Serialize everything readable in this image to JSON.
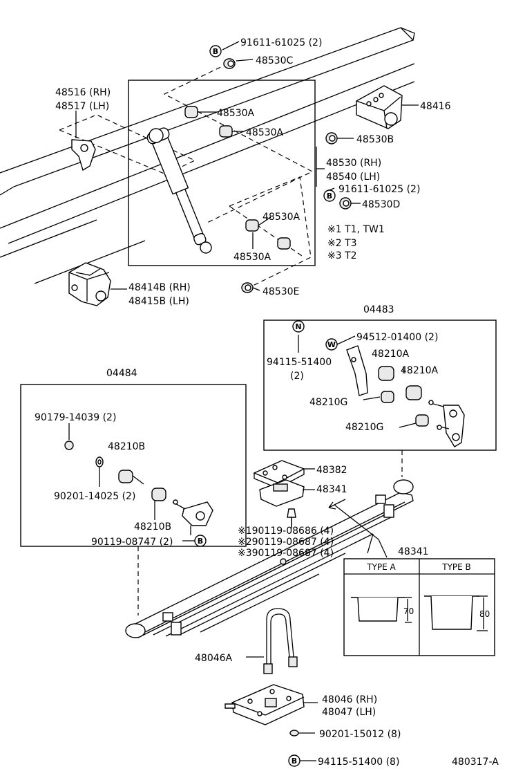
{
  "labels": {
    "p1": "91611-61025 (2)",
    "p2": "48530C",
    "p3a": "48516 (RH)",
    "p3b": "48517 (LH)",
    "p4": "48530A",
    "p5": "48530A",
    "p6": "48416",
    "p7": "48530B",
    "p8a": "48530 (RH)",
    "p8b": "48540 (LH)",
    "p9": "91611-61025 (2)",
    "p10": "48530D",
    "p11": "48530A",
    "p12": "48530A",
    "p13": "48530E",
    "p14a": "48414B (RH)",
    "p14b": "48415B (LH)",
    "n1": "※1 T1, TW1",
    "n2": "※2 T3",
    "n3": "※3 T2",
    "g04483": "04483",
    "g04484": "04484",
    "q1": "94512-01400 (2)",
    "q2a": "94115-51400",
    "q2b": "(2)",
    "q3": "48210A",
    "q4": "48210A",
    "q5": "48210G",
    "q6": "48210G",
    "r1": "90179-14039 (2)",
    "r2": "48210B",
    "r3": "90201-14025 (2)",
    "r4": "48210B",
    "r5": "90119-08747 (2)",
    "s1": "48382",
    "s2": "48341",
    "s3": "※190119-08686 (4)",
    "s4": "※290119-08687 (4)",
    "s5": "※390119-08687 (4)",
    "s6": "48341",
    "typeA": "TYPE A",
    "typeB": "TYPE B",
    "dimA": "70",
    "dimB": "80",
    "u1": "48046A",
    "u2a": "48046 (RH)",
    "u2b": "48047 (LH)",
    "u3": "90201-15012 (8)",
    "u4": "94115-51400 (8)",
    "code": "480317-A"
  },
  "markers": {
    "b": "B",
    "n": "N",
    "w": "W"
  }
}
